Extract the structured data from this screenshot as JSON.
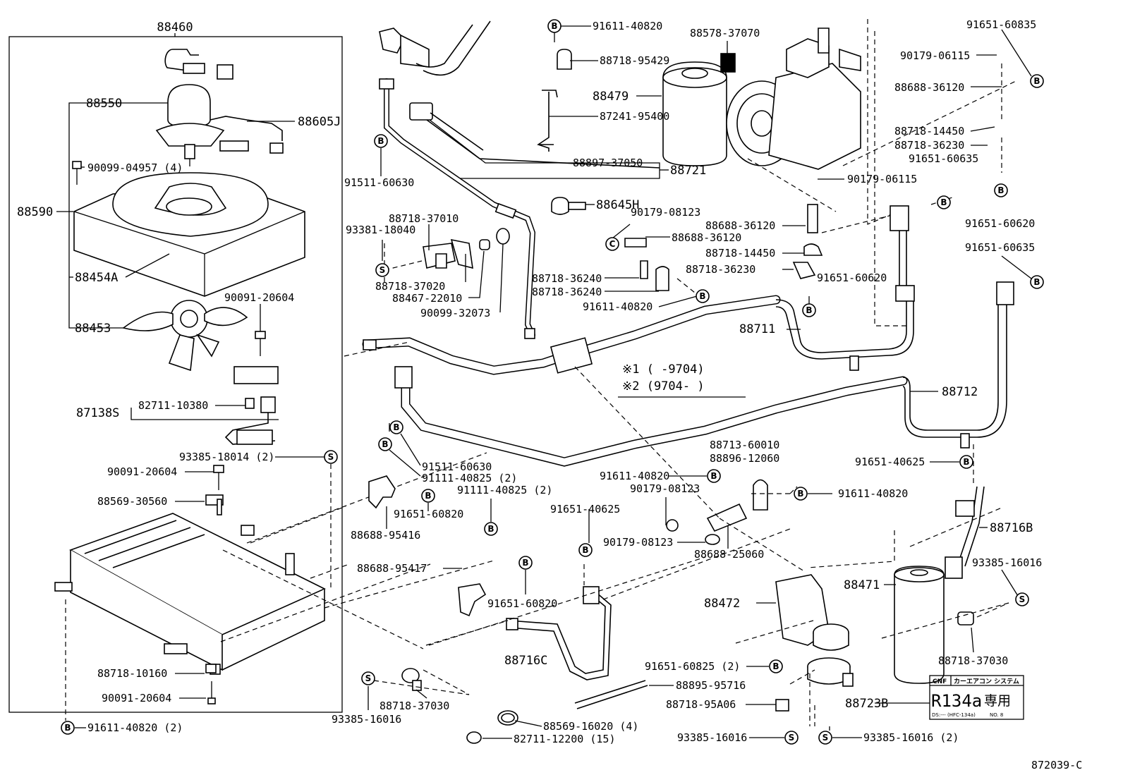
{
  "diagram_code": "872039-C",
  "group_labels": {
    "fan_assembly": "88460",
    "fan_motor": "88550",
    "shroud": "88590",
    "shroud_sub": "88454A",
    "fan": "88453",
    "relay": "87138S",
    "liquid_tube_kit": "88721"
  },
  "legend": {
    "note1": "※1 (      -9704)",
    "note2": "※2 (9704-      )"
  },
  "label_plate": {
    "header_left": "CNF",
    "header_right": "カーエアコン システム",
    "refrigerant": "R134a",
    "suffix": "専用",
    "fine_print_left": "DS:--- (HFC-134a)",
    "fine_print_right": "NO. 8"
  },
  "markers": {
    "bolt": "B",
    "screw": "S"
  },
  "parts": {
    "p88460": "88460",
    "p88550": "88550",
    "p88605J": "88605J",
    "p90099_04957": "90099-04957 (4)",
    "p88590": "88590",
    "p88454A": "88454A",
    "p88453": "88453",
    "p90091_20604a": "90091-20604",
    "p82711_10380": "82711-10380",
    "p87138S": "87138S",
    "p93385_18014": "93385-18014 (2)",
    "p90091_20604b": "90091-20604",
    "p88569_30560": "88569-30560",
    "p88718_10160": "88718-10160",
    "p90091_20604c": "90091-20604",
    "p91611_40820_2": "91611-40820 (2)",
    "p91611_40820a": "91611-40820",
    "p88718_95429": "88718-95429",
    "p87241_95400": "87241-95400",
    "p88578_37070": "88578-37070",
    "p88479": "88479",
    "p88897_37050": "88897-37050",
    "p88721": "88721",
    "p91511_60630a": "91511-60630",
    "p88645H": "88645H",
    "p90179_08123a": "90179-08123",
    "p88688_36120a": "88688-36120",
    "p88718_37010": "88718-37010",
    "p93381_18040": "93381-18040",
    "p88718_37020": "88718-37020",
    "p88467_22010": "88467-22010",
    "p90099_32073": "90099-32073",
    "p88718_36240a": "88718-36240",
    "p88718_36240b": "88718-36240",
    "p91611_40820b": "91611-40820",
    "p91651_60835": "91651-60835",
    "p90179_06115a": "90179-06115",
    "p88688_36120b": "88688-36120",
    "p88718_14450a": "88718-14450",
    "p88718_36230a": "88718-36230",
    "p91651_60635a": "91651-60635",
    "p90179_06115b": "90179-06115",
    "p91651_60620a": "91651-60620",
    "p88688_36120c": "88688-36120",
    "p88718_14450b": "88718-14450",
    "p88718_36230b": "88718-36230",
    "p91651_60620b": "91651-60620",
    "p91651_60635b": "91651-60635",
    "p88711": "88711",
    "p88712": "88712",
    "p91511_60630b": "91511-60630",
    "p91111_40825a": "91111-40825 (2)",
    "p91111_40825b": "91111-40825 (2)",
    "p91651_60820a": "91651-60820",
    "p88688_95416": "88688-95416",
    "p88688_95417": "88688-95417",
    "p91651_60820b": "91651-60820",
    "p91651_40625a": "91651-40625",
    "p88716C": "88716C",
    "p91611_40820c": "91611-40820",
    "p90179_08123b": "90179-08123",
    "p90179_08123c": "90179-08123",
    "p88713_60010": "88713-60010",
    "p88896_12060": "88896-12060",
    "p88688_25060": "88688-25060",
    "p91611_40820d": "91611-40820",
    "p91651_40625b": "91651-40625",
    "p88716B": "88716B",
    "p93385_16016a": "93385-16016",
    "p88471": "88471",
    "p88472": "88472",
    "p88718_37030a": "88718-37030",
    "p88723B": "88723B",
    "p91651_60825": "91651-60825 (2)",
    "p88895_95716": "88895-95716",
    "p88718_95A06": "88718-95A06",
    "p93385_16016b": "93385-16016",
    "p93385_16016c": "93385-16016 (2)",
    "p88569_16020": "88569-16020 (4)",
    "p82711_12200": "82711-12200 (15)",
    "p88718_37030b": "88718-37030",
    "p93385_16016d": "93385-16016"
  }
}
